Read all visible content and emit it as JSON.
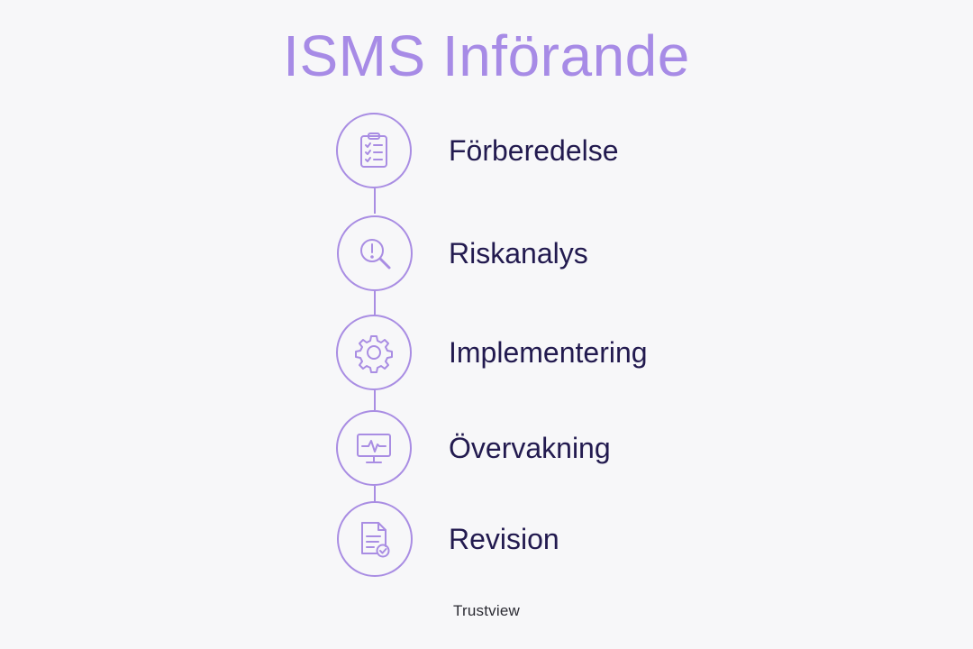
{
  "title": "ISMS Införande",
  "steps": [
    {
      "label": "Förberedelse",
      "icon": "clipboard-checklist-icon"
    },
    {
      "label": "Riskanalys",
      "icon": "magnifier-alert-icon"
    },
    {
      "label": "Implementering",
      "icon": "gear-icon"
    },
    {
      "label": "Övervakning",
      "icon": "monitor-pulse-icon"
    },
    {
      "label": "Revision",
      "icon": "document-check-icon"
    }
  ],
  "brand": "Trustview",
  "colors": {
    "accent": "#a98de3",
    "title": "#a78be6",
    "label": "#221a4f",
    "background": "#f7f7f9"
  }
}
